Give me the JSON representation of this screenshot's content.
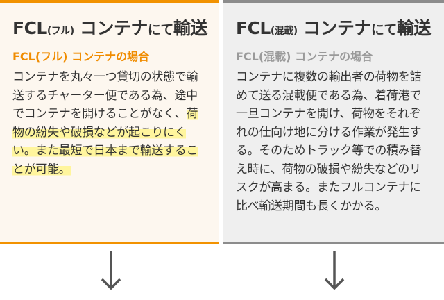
{
  "left": {
    "title_main": "FCL",
    "title_paren": "(フル)",
    "title_rest_big": "コンテナ",
    "title_rest_mid": "にて",
    "title_rest_end": "輸送",
    "subtitle": "FCL(フル) コンテナの場合",
    "body_normal": "コンテナを丸々一つ貸切の状態で輸送するチャーター便である為、途中でコンテナを開けることがなく、",
    "body_highlight": "荷物の紛失や破損などが起こりにくい。また最短で日本まで輸送することが可能。"
  },
  "right": {
    "title_main": "FCL",
    "title_paren": "(混載)",
    "title_rest_big": "コンテナ",
    "title_rest_mid": "にて",
    "title_rest_end": "輸送",
    "subtitle": "FCL(混載) コンテナの場合",
    "body": "コンテナに複数の輸出者の荷物を詰めて送る混載便である為、着荷港で一旦コンテナを開け、荷物をそれぞれの仕向け地に分ける作業が発生する。そのためトラック等での積み替え時に、荷物の破損や紛失などのリスクが高まる。またフルコンテナに比べ輸送期間も長くかかる。"
  },
  "colors": {
    "accent_orange": "#f29200",
    "accent_gray": "#8c8c8c",
    "highlight_yellow": "#fff59d",
    "arrow": "#555555"
  },
  "icons": [
    "arrow-down-icon",
    "arrow-down-icon"
  ]
}
